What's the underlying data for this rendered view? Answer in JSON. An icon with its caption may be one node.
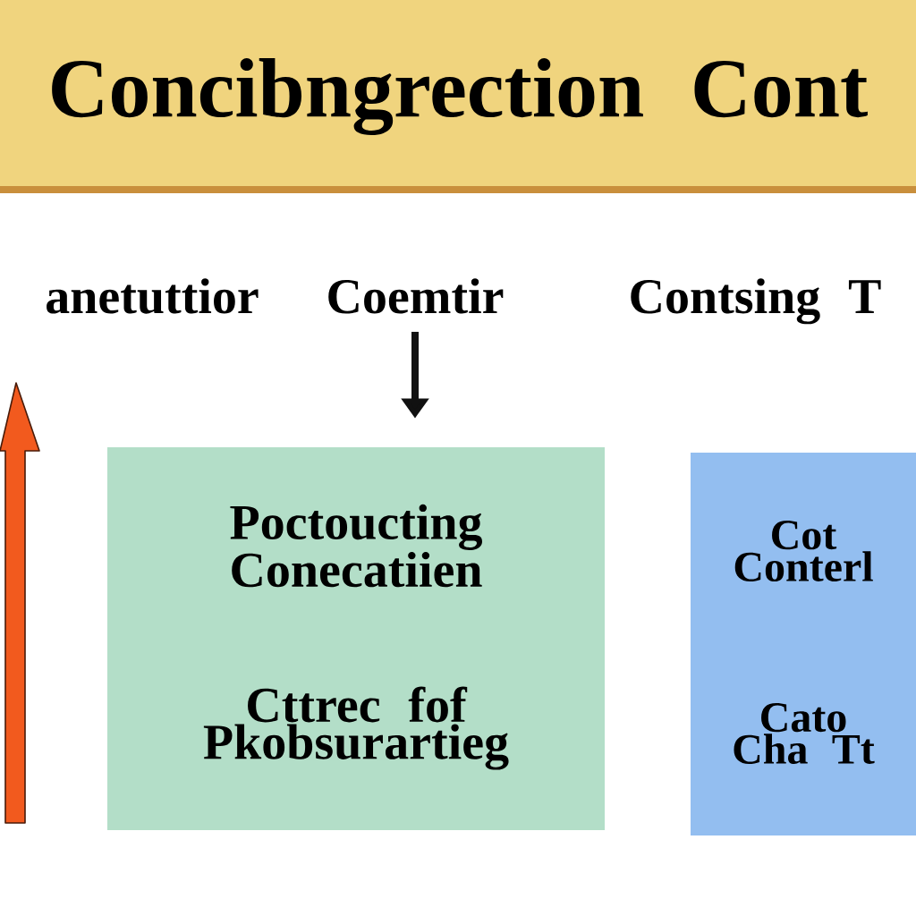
{
  "diagram": {
    "nodes": [
      {
        "text": [
          "Concibngrection Cont"
        ]
      },
      {
        "text": [
          "anetuttior"
        ]
      },
      {
        "text": [
          "Coemtir"
        ]
      },
      {
        "text": [
          "Contsing T"
        ]
      },
      {
        "text": [
          "Poctoucting Conecatiien",
          "Cttrec fof Pkobsurartieg"
        ]
      },
      {
        "text": [
          "Cot Conterl",
          "Cato Cha Tt"
        ]
      }
    ],
    "edges": [
      {
        "from": 2,
        "to": 4,
        "arrow": "to"
      }
    ]
  }
}
